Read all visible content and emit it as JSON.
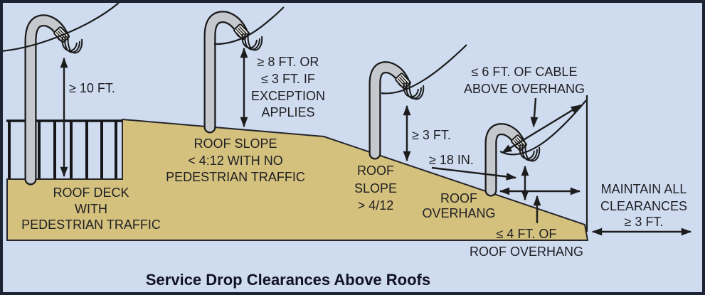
{
  "title": "Service Drop Clearances Above Roofs",
  "colors": {
    "background": "#cfdcf0",
    "roof_fill": "#d4c17e",
    "mast_gray": "#c5c8cc",
    "line_dark": "#1c1c1c",
    "border_navy": "#1c2433"
  },
  "labels": {
    "mast1_clearance": "≥ 10 FT.",
    "mast2_clearance": [
      "≥ 8 FT. OR",
      "≤ 3 FT. IF",
      "EXCEPTION",
      "APPLIES"
    ],
    "low_slope_roof": [
      "ROOF SLOPE",
      "< 4:12 WITH NO",
      "PEDESTRIAN TRAFFIC"
    ],
    "roof_deck": [
      "ROOF DECK",
      "WITH",
      "PEDESTRIAN TRAFFIC"
    ],
    "mast3_clearance": "≥ 3 FT.",
    "steep_slope_roof": [
      "ROOF",
      "SLOPE",
      "> 4/12"
    ],
    "cable_above_overhang": [
      "≤ 6 FT. OF CABLE",
      "ABOVE OVERHANG"
    ],
    "overhang_clearance": "≥ 18 IN.",
    "roof_overhang": [
      "ROOF",
      "OVERHANG"
    ],
    "overhang_length": [
      "≤ 4 FT. OF",
      "ROOF OVERHANG"
    ],
    "maintain_clearances": [
      "MAINTAIN ALL",
      "CLEARANCES",
      "≥ 3 FT."
    ]
  }
}
